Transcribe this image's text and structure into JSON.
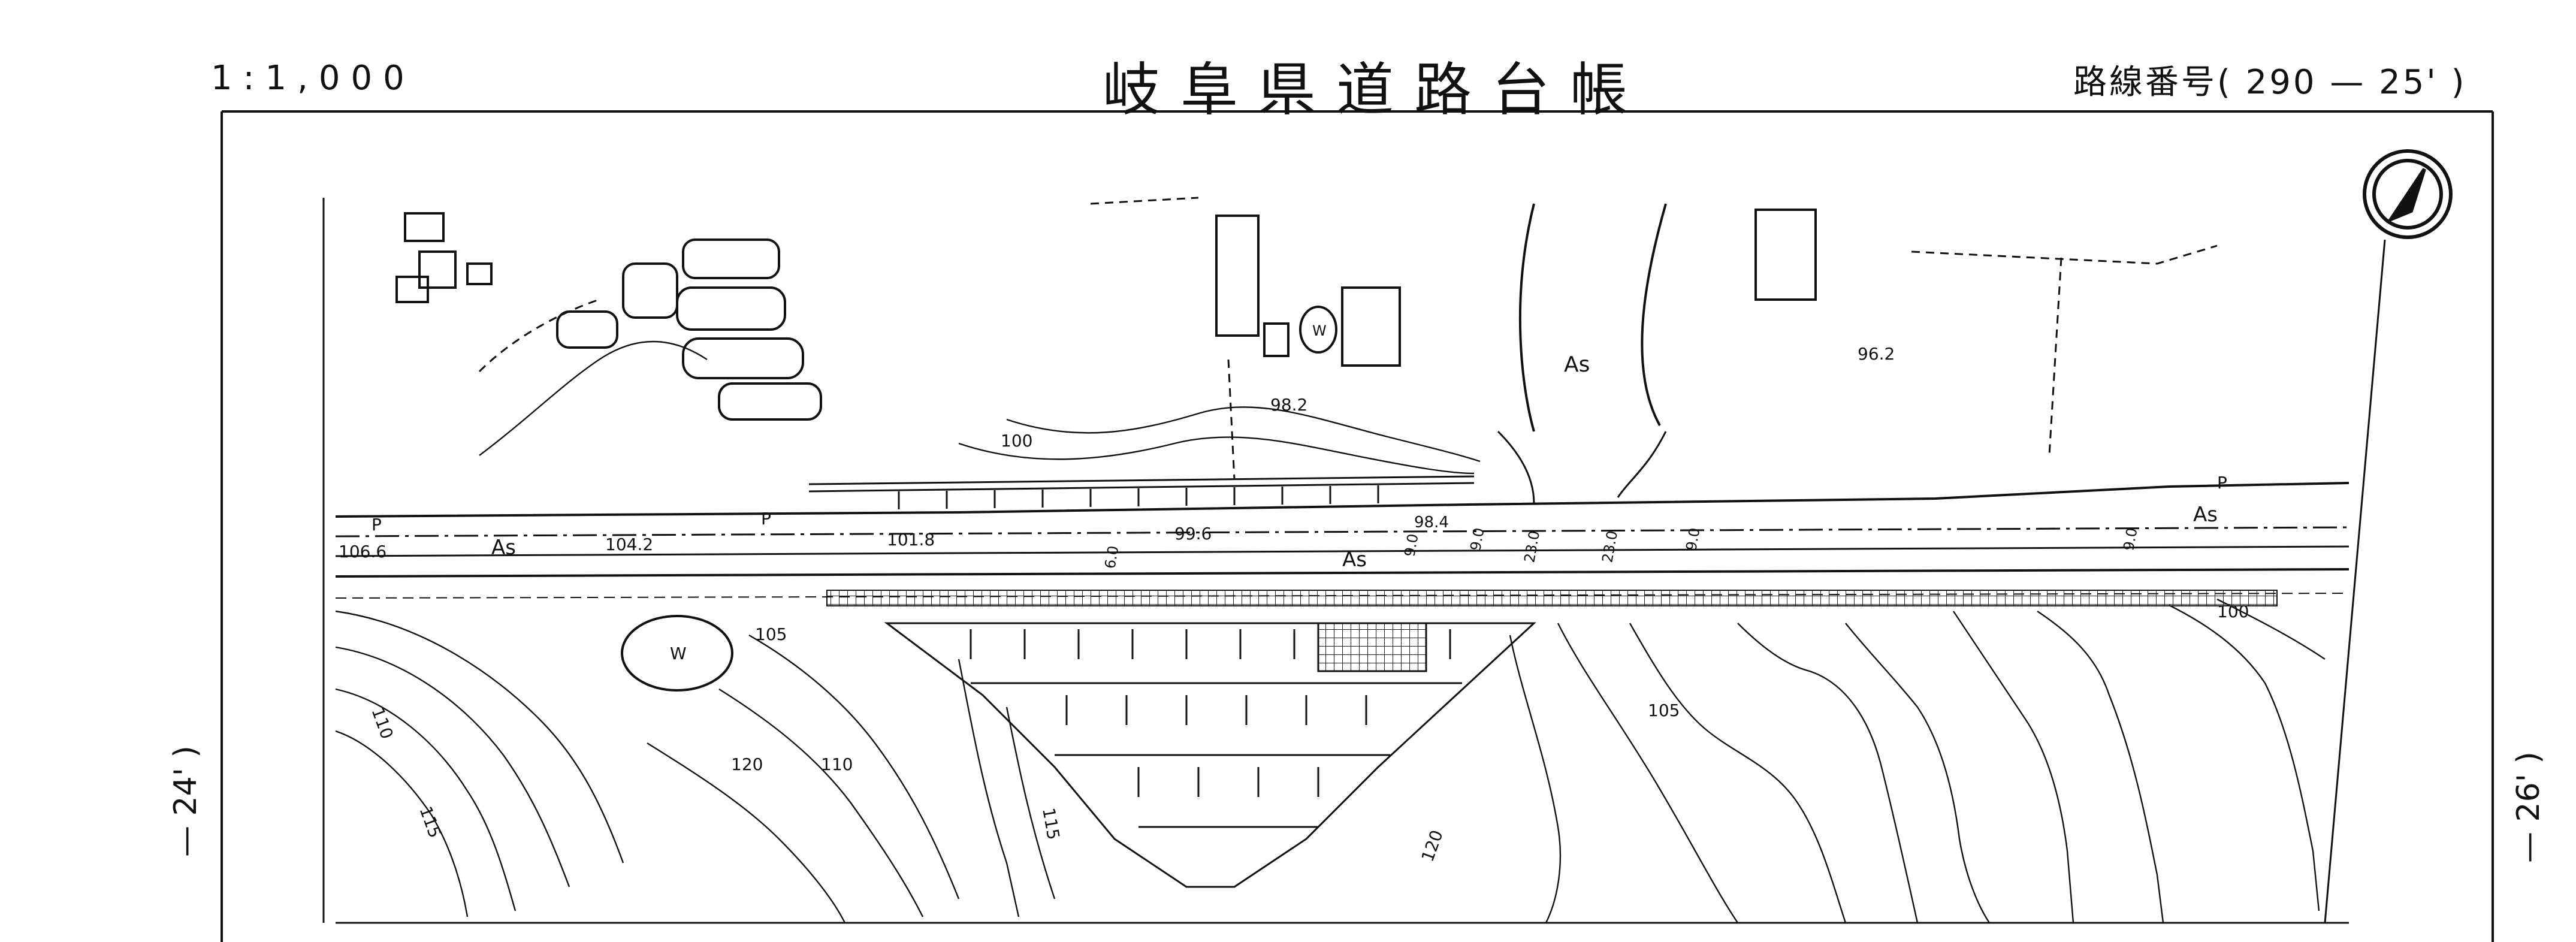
{
  "header": {
    "scale": "1:1,000",
    "title": "岐阜県道路台帳",
    "route": "路線番号( 290 — 25' )"
  },
  "sheet_refs": {
    "left": "— 24' )",
    "right": "— 26' )"
  },
  "map": {
    "road_surface_labels": [
      "As",
      "As",
      "As",
      "As"
    ],
    "pedestrian_labels": [
      "P",
      "P",
      "P"
    ],
    "water_labels": [
      "W",
      "W"
    ],
    "elevations": [
      "106.6",
      "104.2",
      "101.8",
      "99.6",
      "98.4",
      "98.2",
      "96.2"
    ],
    "contour_labels": [
      "100",
      "105",
      "110",
      "115",
      "120",
      "105",
      "110",
      "115",
      "120",
      "100"
    ],
    "width_labels": [
      "6.0",
      "9.0",
      "9.0",
      "23.0",
      "23.0",
      "9.0",
      "9.0"
    ],
    "north_arrow": "north-arrow-icon"
  }
}
